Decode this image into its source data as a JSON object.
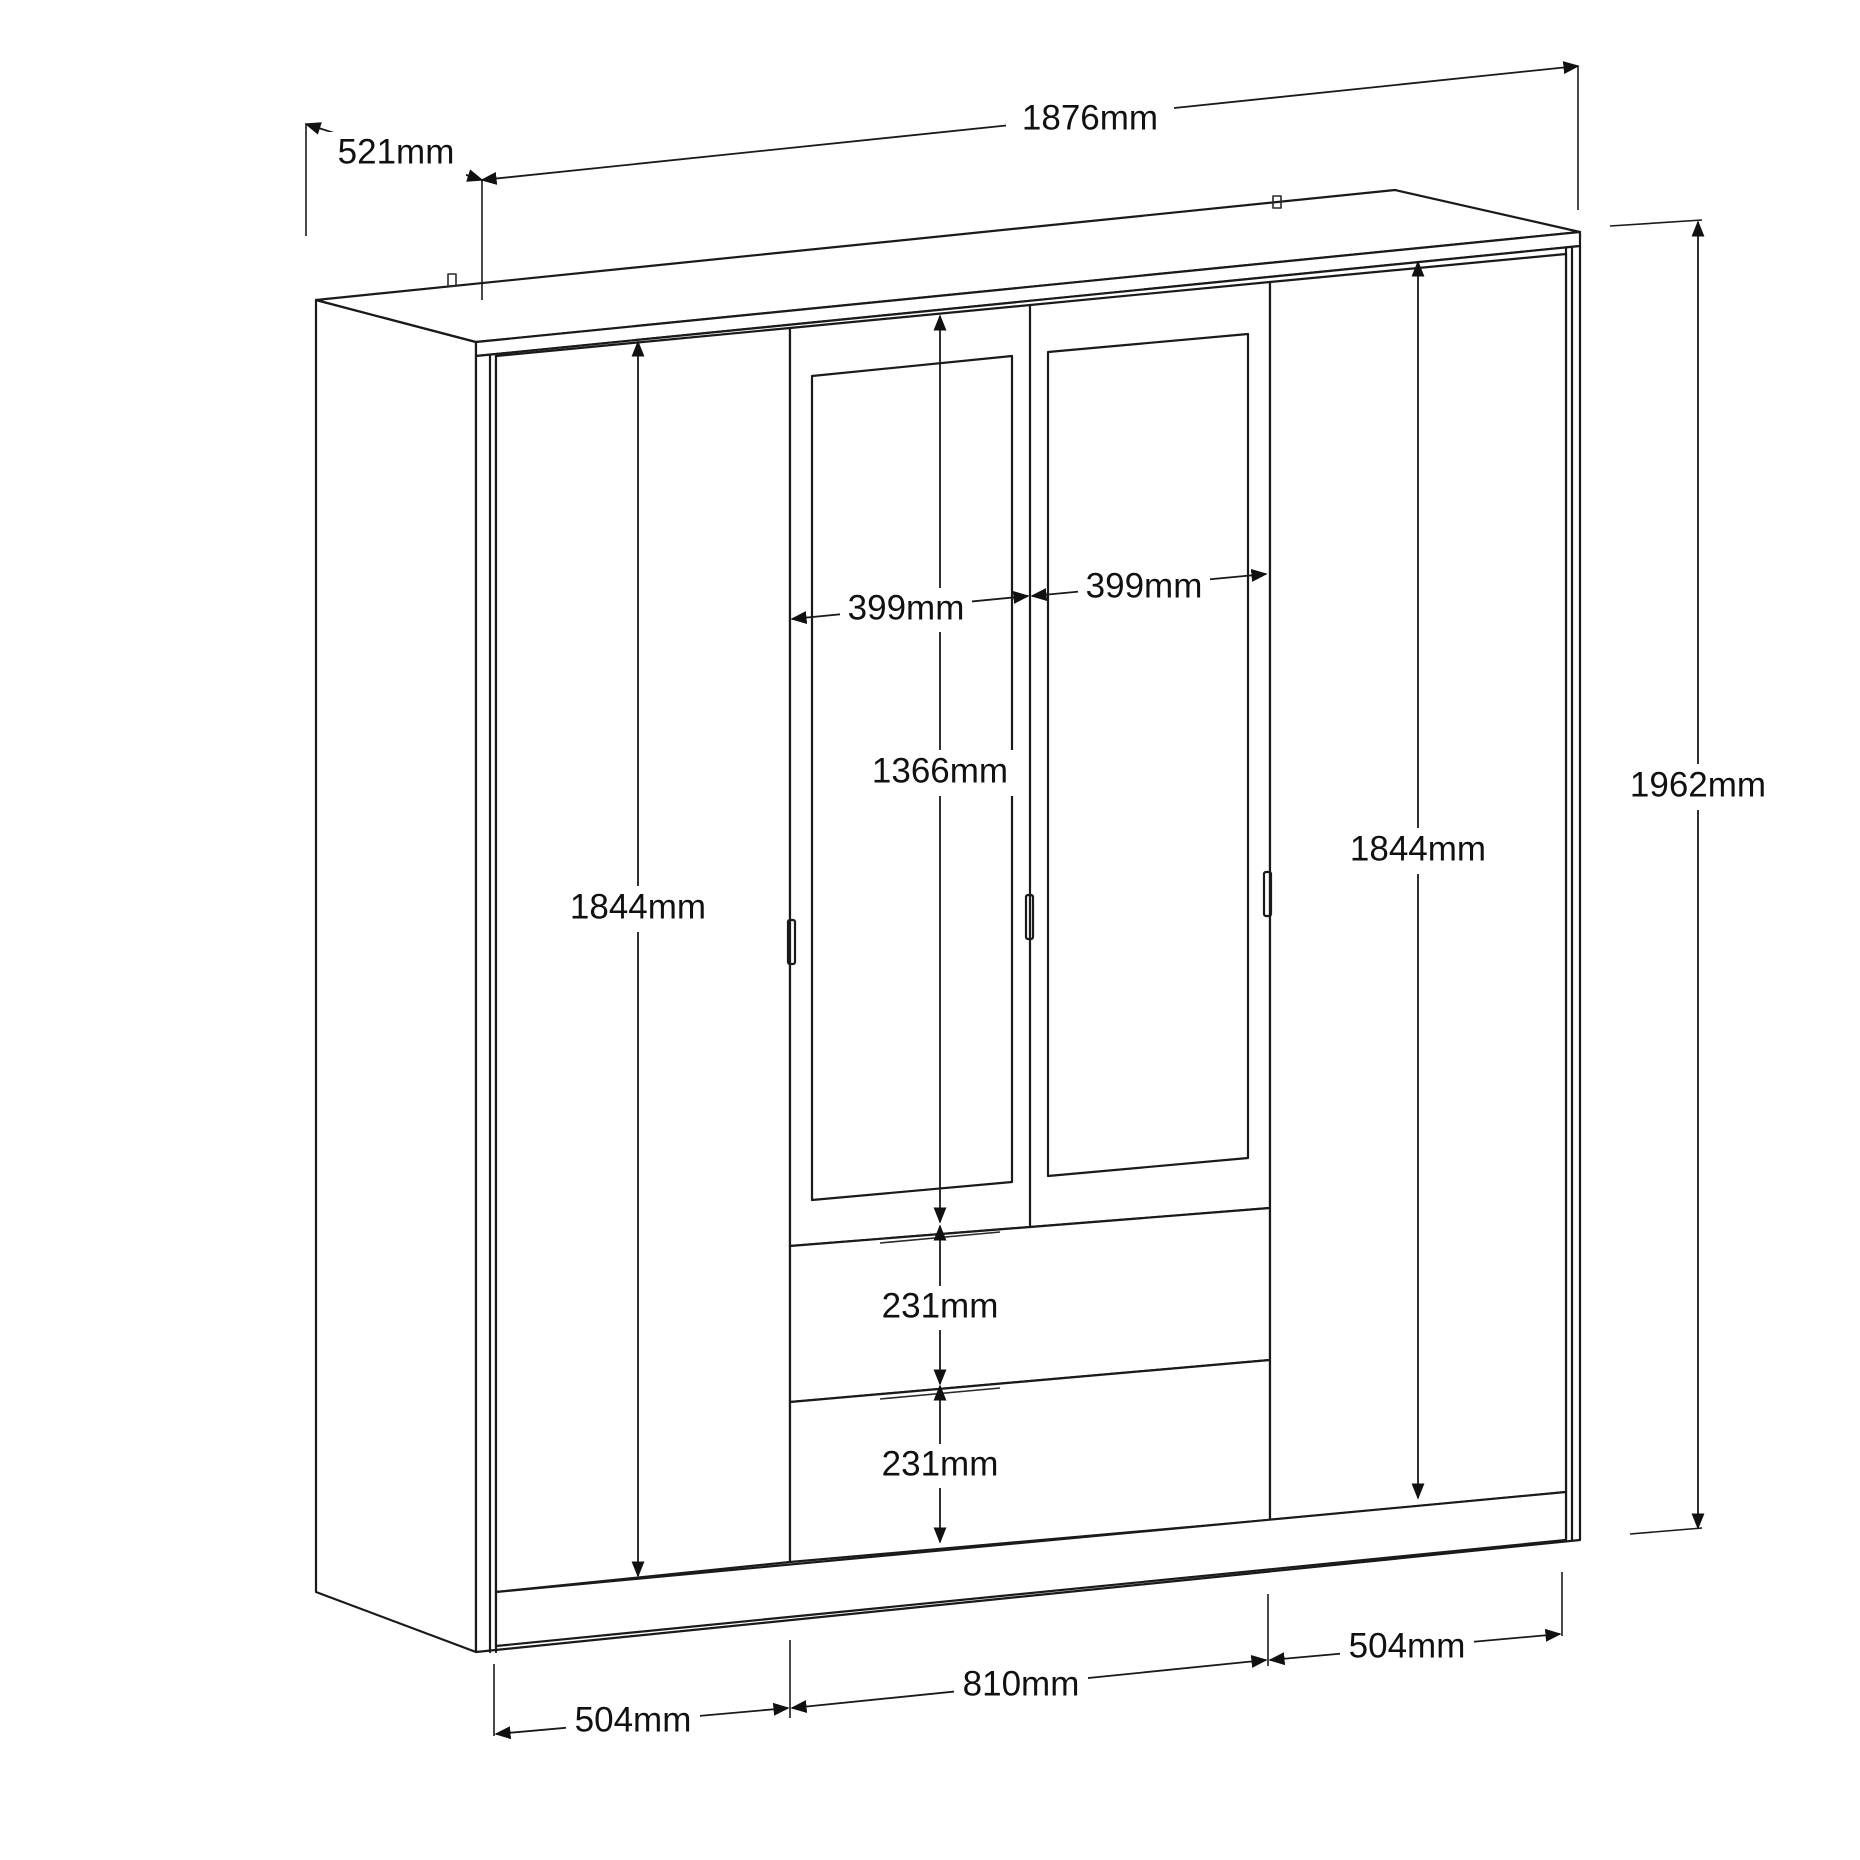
{
  "dimensions": {
    "overall_width": "1876mm",
    "overall_depth": "521mm",
    "overall_height": "1962mm",
    "left_door_height": "1844mm",
    "right_door_height": "1844mm",
    "mirror_left_width": "399mm",
    "mirror_right_width": "399mm",
    "mirror_height": "1366mm",
    "drawer_top_height": "231mm",
    "drawer_bottom_height": "231mm",
    "bottom_left_width": "504mm",
    "bottom_middle_width": "810mm",
    "bottom_right_width": "504mm"
  }
}
